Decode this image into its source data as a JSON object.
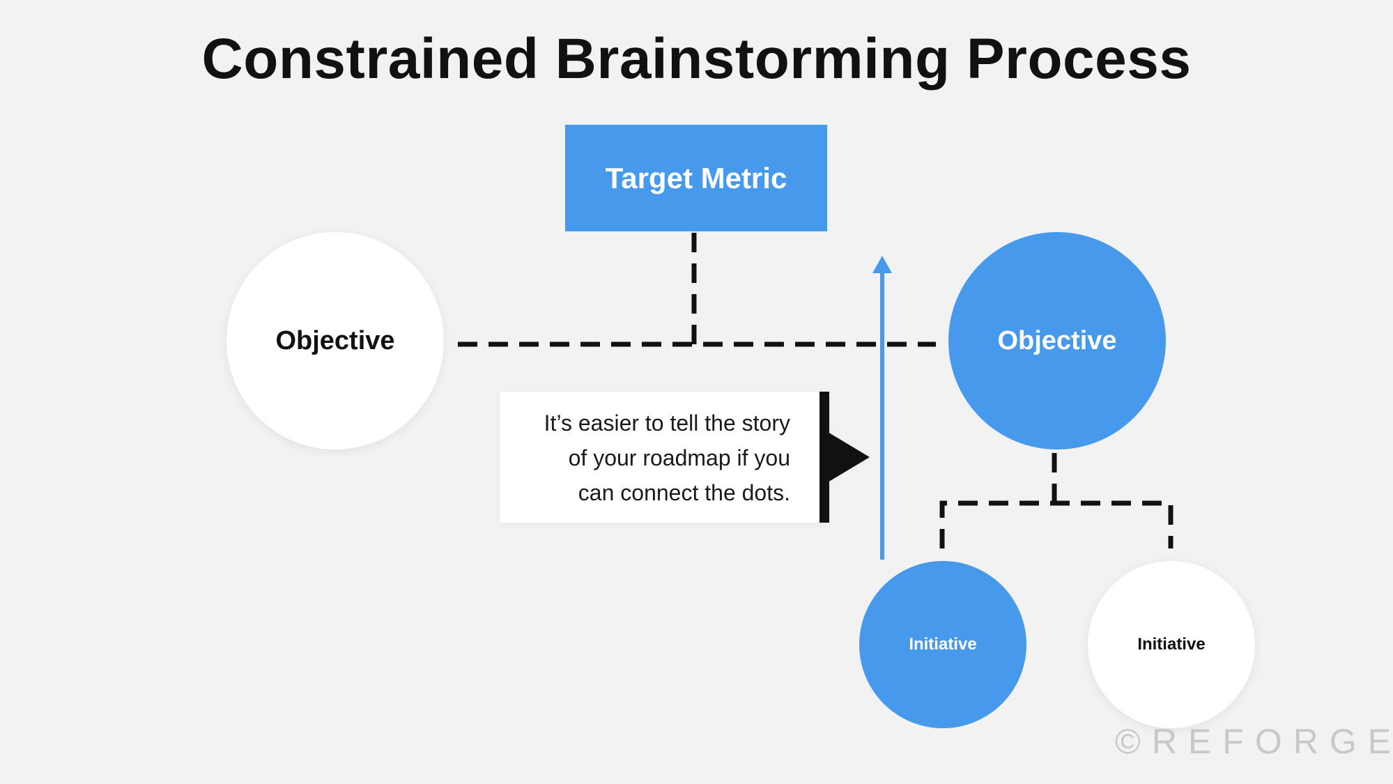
{
  "title": "Constrained Brainstorming Process",
  "nodes": {
    "target_metric": "Target Metric",
    "objective_left": "Objective",
    "objective_right": "Objective",
    "initiative_left": "Initiative",
    "initiative_right": "Initiative"
  },
  "callout": {
    "lines": [
      "It’s easier to tell the story",
      "of your roadmap if you",
      "can connect the dots."
    ]
  },
  "watermark": "©REFORGE",
  "colors": {
    "accent": "#4799ec",
    "background": "#f2f2f2",
    "text": "#111111",
    "connector": "#111111"
  }
}
